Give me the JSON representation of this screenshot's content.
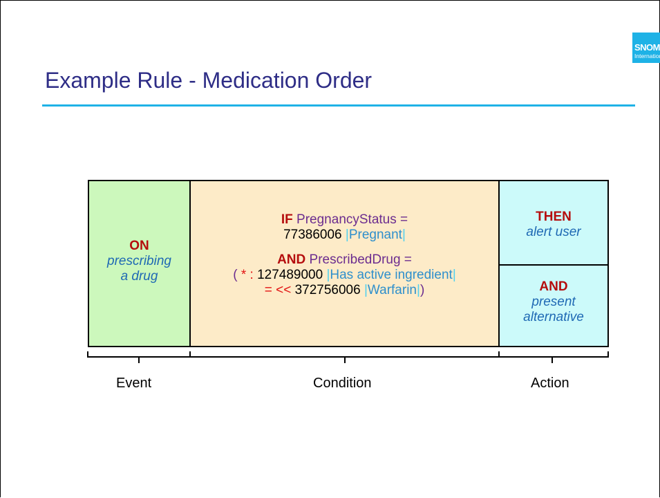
{
  "header": {
    "logo_line1": "SNOMED",
    "logo_line2": "International",
    "title": "Example Rule - Medication Order"
  },
  "event_box": {
    "keyword": "ON",
    "line1": "prescribing",
    "line2": "a drug"
  },
  "condition_box": {
    "if_keyword": "IF",
    "if_attribute": "PregnancyStatus =",
    "pregnant_code": "77386006",
    "pregnant_term": "Pregnant",
    "and_keyword": "AND",
    "and_attribute": "PrescribedDrug =",
    "open_paren": "(",
    "star_colon": " * :",
    "ingredient_code": "127489000",
    "ingredient_term": "Has active ingredient",
    "descendant_op": "= <<",
    "warfarin_code": "372756006",
    "warfarin_term": "Warfarin",
    "close_paren": ")",
    "bar": "|"
  },
  "action_then": {
    "keyword": "THEN",
    "text": "alert user"
  },
  "action_and": {
    "keyword": "AND",
    "line1": "present",
    "line2": "alternative"
  },
  "labels": {
    "event": "Event",
    "condition": "Condition",
    "action": "Action"
  },
  "colors": {
    "title": "#2e2d86",
    "accent": "#1eb2e6",
    "keyword": "#b50d0d",
    "event_fill": "#ccf8bc",
    "condition_fill": "#fdebc8",
    "action_fill": "#ccfafa"
  }
}
